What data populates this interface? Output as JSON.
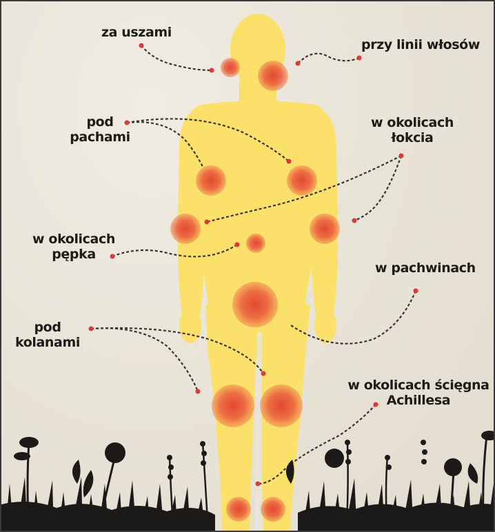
{
  "labels": {
    "behind_ears": "za uszami",
    "hairline": "przy linii włosów",
    "armpits_line1": "pod",
    "armpits_line2": "pachami",
    "elbow_line1": "w okolicach",
    "elbow_line2": "łokcia",
    "navel_line1": "w okolicach",
    "navel_line2": "pępka",
    "groin": "w pachwinach",
    "knees_line1": "pod",
    "knees_line2": "kolanami",
    "achilles_line1": "w okolicach ścięgna",
    "achilles_line2": "Achillesa"
  },
  "colors": {
    "background": "#e9e4d8",
    "body": "#fbe06a",
    "spot": "#e8503a",
    "leader": "#3a3030",
    "text": "#1d1a18"
  }
}
